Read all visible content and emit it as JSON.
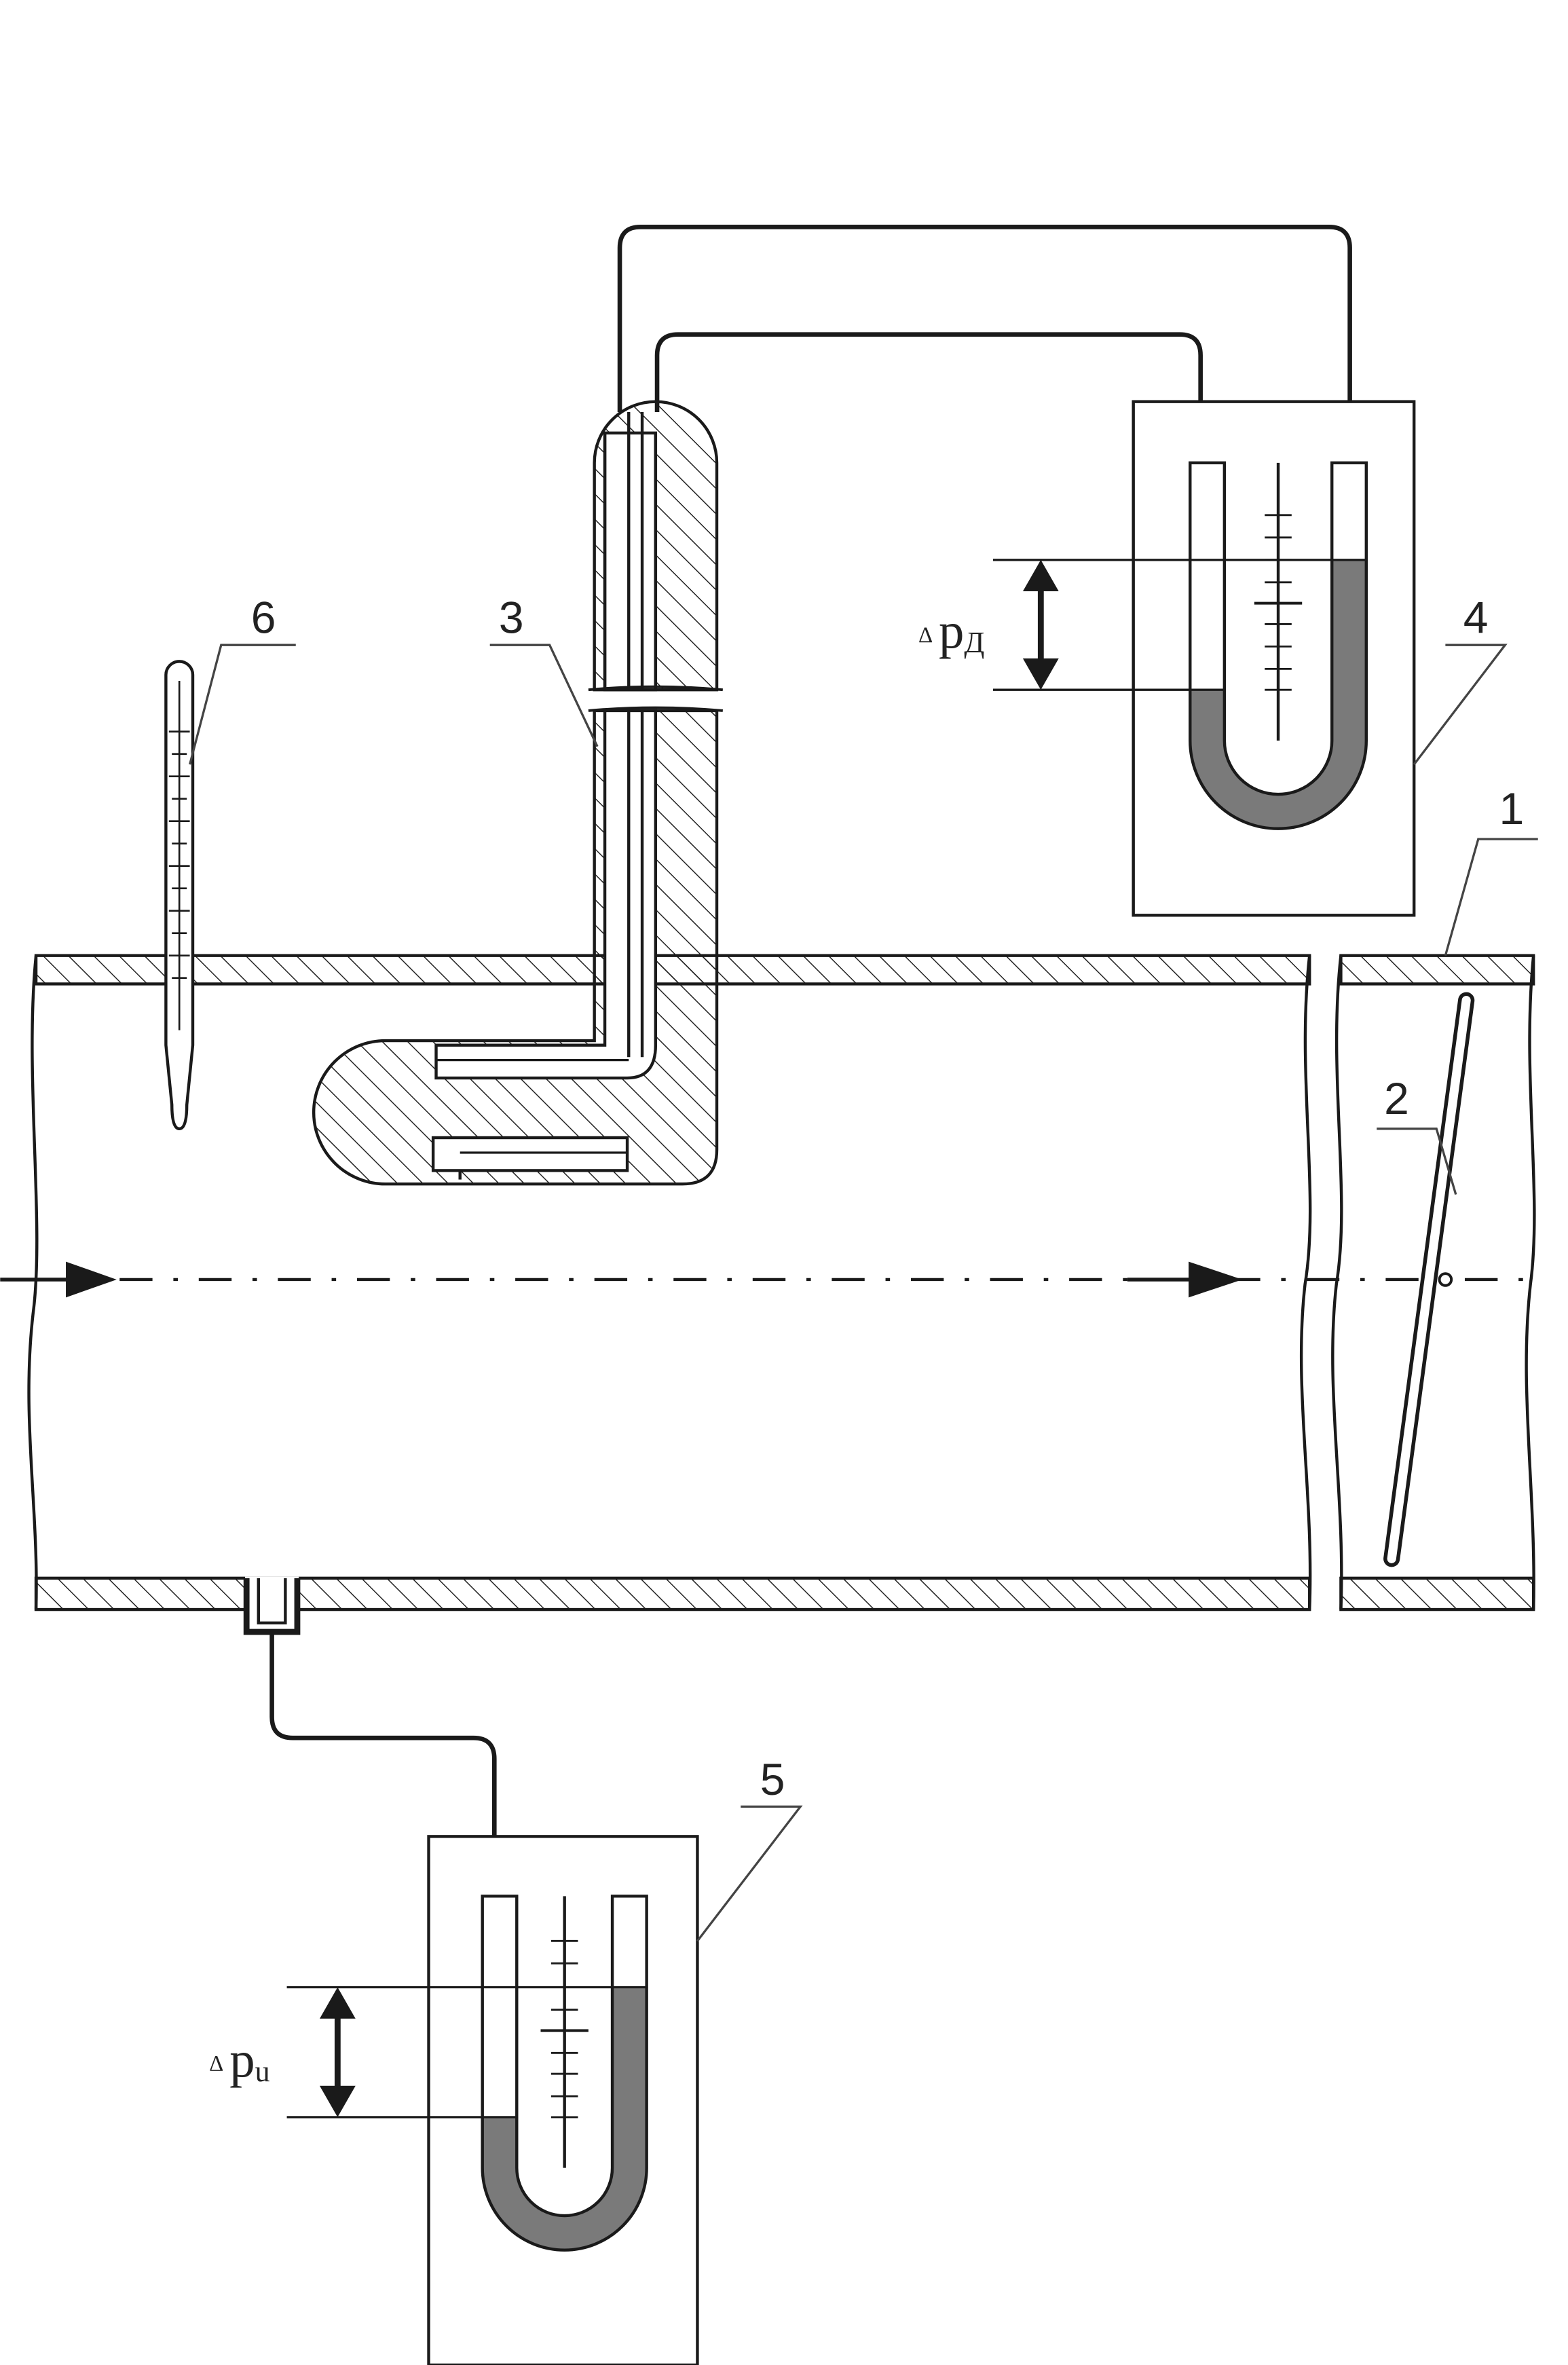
{
  "labels": {
    "pipe": "1",
    "damper": "2",
    "pitot_tube": "3",
    "manometer_dynamic": "4",
    "manometer_static": "5",
    "thermometer": "6"
  },
  "annotations": {
    "dp_dynamic": {
      "delta": "Δ",
      "main": "p",
      "sub": "Д"
    },
    "dp_static": {
      "delta": "Δ",
      "main": "p",
      "sub": "u"
    }
  },
  "colors": {
    "line": "#1a1a1a",
    "fluid": "#7a7a7a",
    "leader": "#444444"
  },
  "icons": {
    "flow_arrow": "arrow-right-icon",
    "double_arrow": "double-arrow-icon"
  }
}
